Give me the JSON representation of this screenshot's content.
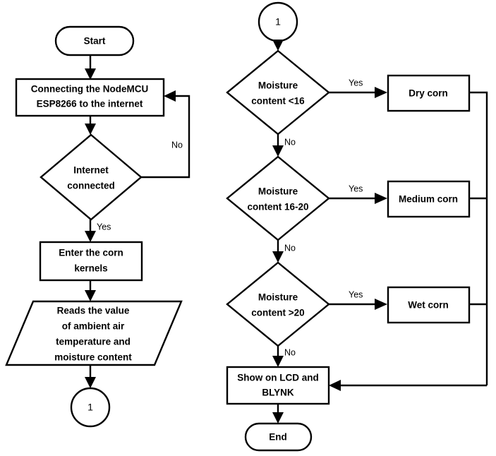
{
  "diagram": {
    "title": "Corn Moisture Monitoring System Flowchart",
    "type": "flowchart",
    "background_color": "#ffffff",
    "line_color": "#000000",
    "fill_color": "#ffffff"
  },
  "nodes": {
    "start": {
      "label": "Start",
      "shape": "terminator"
    },
    "connect_nodemcu": {
      "label_line1": "Connecting the NodeMCU",
      "label_line2": "ESP8266 to the internet",
      "shape": "process"
    },
    "internet_connected": {
      "label_line1": "Internet",
      "label_line2": "connected",
      "shape": "decision"
    },
    "enter_kernels": {
      "label_line1": "Enter the corn",
      "label_line2": "kernels",
      "shape": "process"
    },
    "reads_value": {
      "label_line1": "Reads the value",
      "label_line2": "of ambient air",
      "label_line3": "temperature and",
      "label_line4": "moisture content",
      "shape": "data"
    },
    "connector_out": {
      "label": "1",
      "shape": "connector"
    },
    "connector_in": {
      "label": "1",
      "shape": "connector"
    },
    "moisture_lt16": {
      "label_line1": "Moisture",
      "label_line2": "content <16",
      "shape": "decision"
    },
    "moisture_16_20": {
      "label_line1": "Moisture",
      "label_line2": "content 16-20",
      "shape": "decision"
    },
    "moisture_gt20": {
      "label_line1": "Moisture",
      "label_line2": "content >20",
      "shape": "decision"
    },
    "dry_corn": {
      "label": "Dry corn",
      "shape": "process"
    },
    "medium_corn": {
      "label": "Medium corn",
      "shape": "process"
    },
    "wet_corn": {
      "label": "Wet corn",
      "shape": "process"
    },
    "show_lcd_blynk": {
      "label_line1": "Show on LCD and",
      "label_line2": "BLYNK",
      "shape": "process"
    },
    "end": {
      "label": "End",
      "shape": "terminator"
    }
  },
  "edge_labels": {
    "internet_no": "No",
    "internet_yes": "Yes",
    "lt16_yes": "Yes",
    "lt16_no": "No",
    "m16_20_yes": "Yes",
    "m16_20_no": "No",
    "gt20_yes": "Yes",
    "gt20_no": "No"
  }
}
